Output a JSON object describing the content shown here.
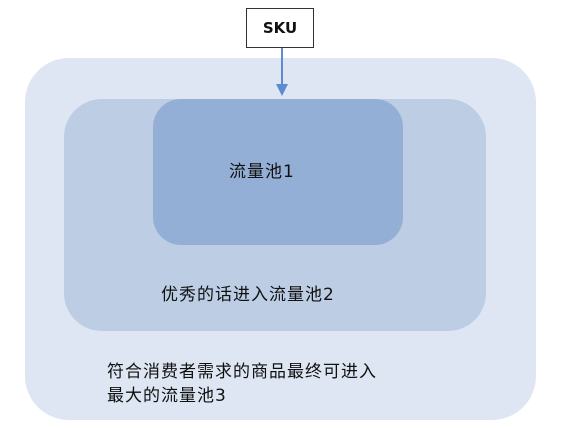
{
  "diagram": {
    "source": {
      "label": "SKU"
    },
    "pools": [
      {
        "label": "流量池1"
      },
      {
        "label": "优秀的话进入流量池2"
      },
      {
        "label_lines": [
          "符合消费者需求的商品最终可进入",
          "最大的流量池3"
        ]
      }
    ],
    "colors": {
      "pool_outer": "#dde6f2",
      "pool_middle": "#bccde4",
      "pool_inner": "#94afd5",
      "arrow": "#5b8ccf"
    }
  }
}
